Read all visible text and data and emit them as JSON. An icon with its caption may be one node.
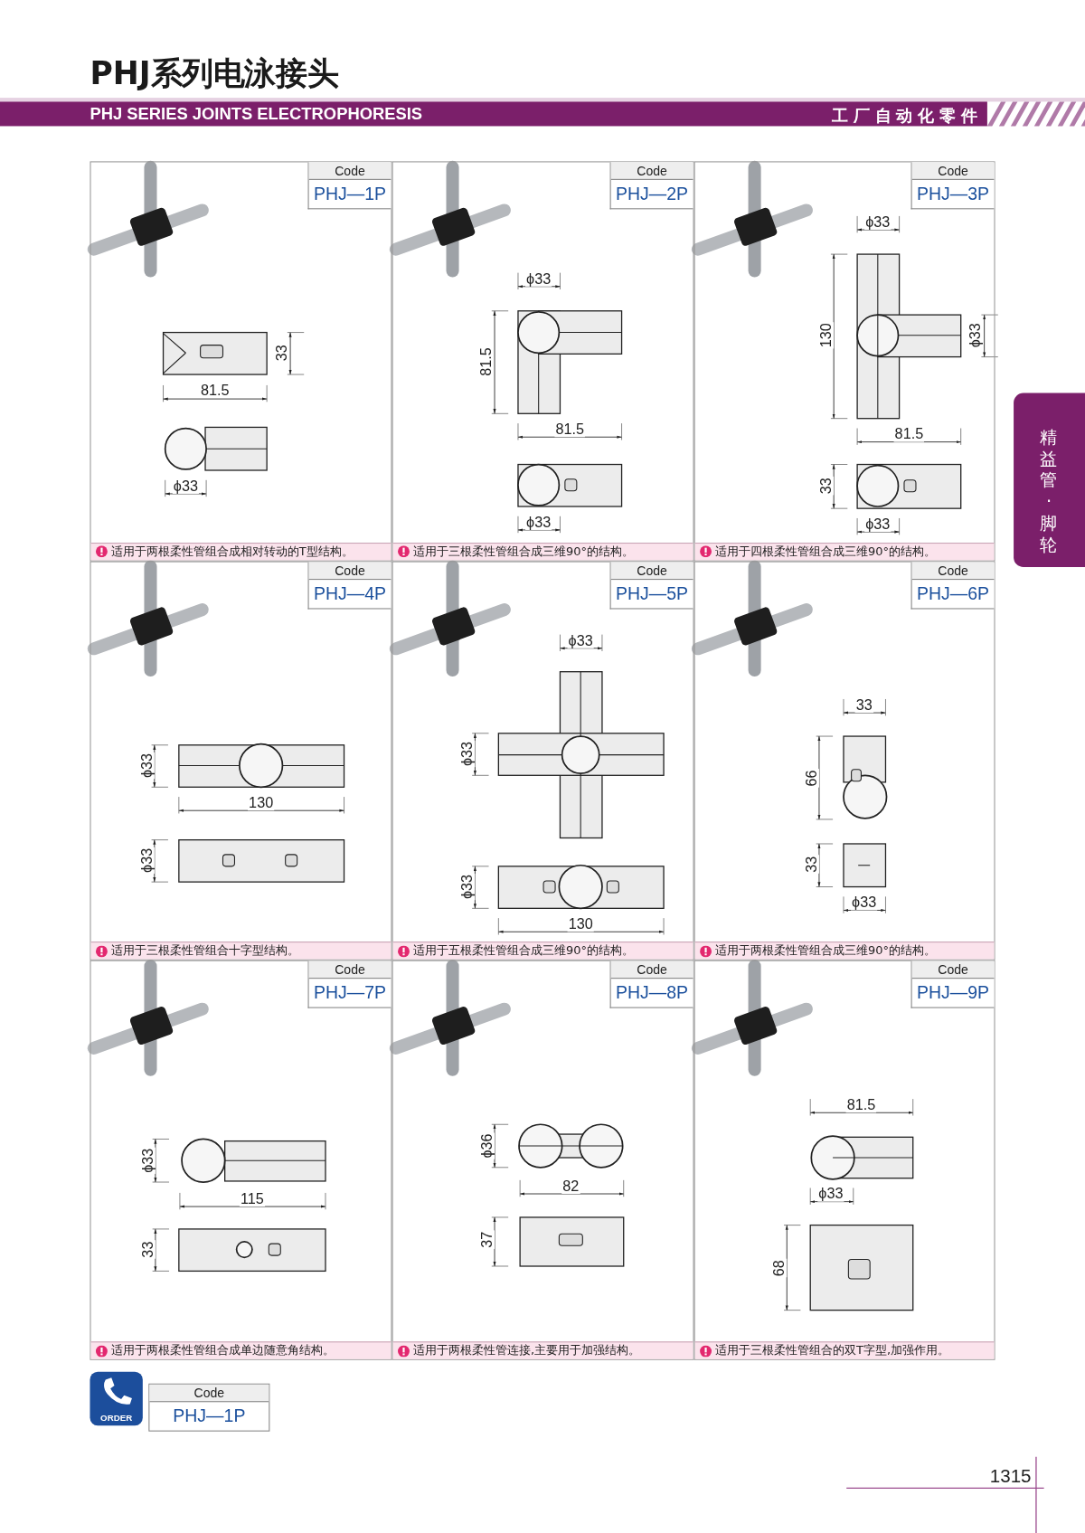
{
  "diagram": {
    "title": "PHJ系列电泳接头",
    "nodes": [
      {
        "text": [
          "适用于两根柔性管组合成相对转动的T型结构。"
        ]
      },
      {
        "text": [
          "Code",
          "PHJ—1P"
        ],
        "in": 0
      },
      {
        "text": [
          "适用于三根柔性管组合成三维90°的结构。"
        ]
      },
      {
        "text": [
          "Code",
          "PHJ—2P"
        ],
        "in": 2
      },
      {
        "text": [
          "适用于四根柔性管组合成三维90°的结构。"
        ]
      },
      {
        "text": [
          "Code",
          "PHJ—3P"
        ],
        "in": 4
      },
      {
        "text": [
          "适用于三根柔性管组合十字型结构。"
        ]
      },
      {
        "text": [
          "Code",
          "PHJ—4P"
        ],
        "in": 6
      },
      {
        "text": [
          "适用于五根柔性管组合成三维90°的结构。"
        ]
      },
      {
        "text": [
          "Code",
          "PHJ—5P"
        ],
        "in": 8
      },
      {
        "text": [
          "适用于两根柔性管组合成三维90°的结构。"
        ]
      },
      {
        "text": [
          "Code",
          "PHJ—6P"
        ],
        "in": 10
      },
      {
        "text": [
          "适用于两根柔性管组合成单边随意角结构。"
        ]
      },
      {
        "text": [
          "Code",
          "PHJ—7P"
        ],
        "in": 12
      },
      {
        "text": [
          "适用于两根柔性管连接,主要用于加强结构。"
        ]
      },
      {
        "text": [
          "Code",
          "PHJ—8P"
        ],
        "in": 14
      },
      {
        "text": [
          "适用于三根柔性管组合的双T字型,加强作用。"
        ]
      },
      {
        "text": [
          "Code",
          "PHJ—9P"
        ],
        "in": 16
      },
      {
        "text": [
          "ORDER"
        ]
      },
      {
        "text": [
          "Code",
          "PHJ—1P"
        ]
      },
      {
        "text": [
          "精益管·脚轮"
        ]
      }
    ],
    "labels": [
      "PHJ SERIES JOINTS ELECTROPHORESIS",
      "工厂自动化零件",
      "33",
      "81.5",
      "ϕ33",
      "ϕ33",
      "81.5",
      "81.5",
      "ϕ33",
      "ϕ33",
      "130",
      "ϕ33",
      "81.5",
      "33",
      "ϕ33",
      "ϕ33",
      "130",
      "ϕ33",
      "ϕ33",
      "ϕ33",
      "ϕ33",
      "130",
      "33",
      "66",
      "33",
      "ϕ33",
      "ϕ33",
      "115",
      "33",
      "ϕ36",
      "82",
      "37",
      "81.5",
      "ϕ33",
      "68",
      "1315"
    ]
  }
}
